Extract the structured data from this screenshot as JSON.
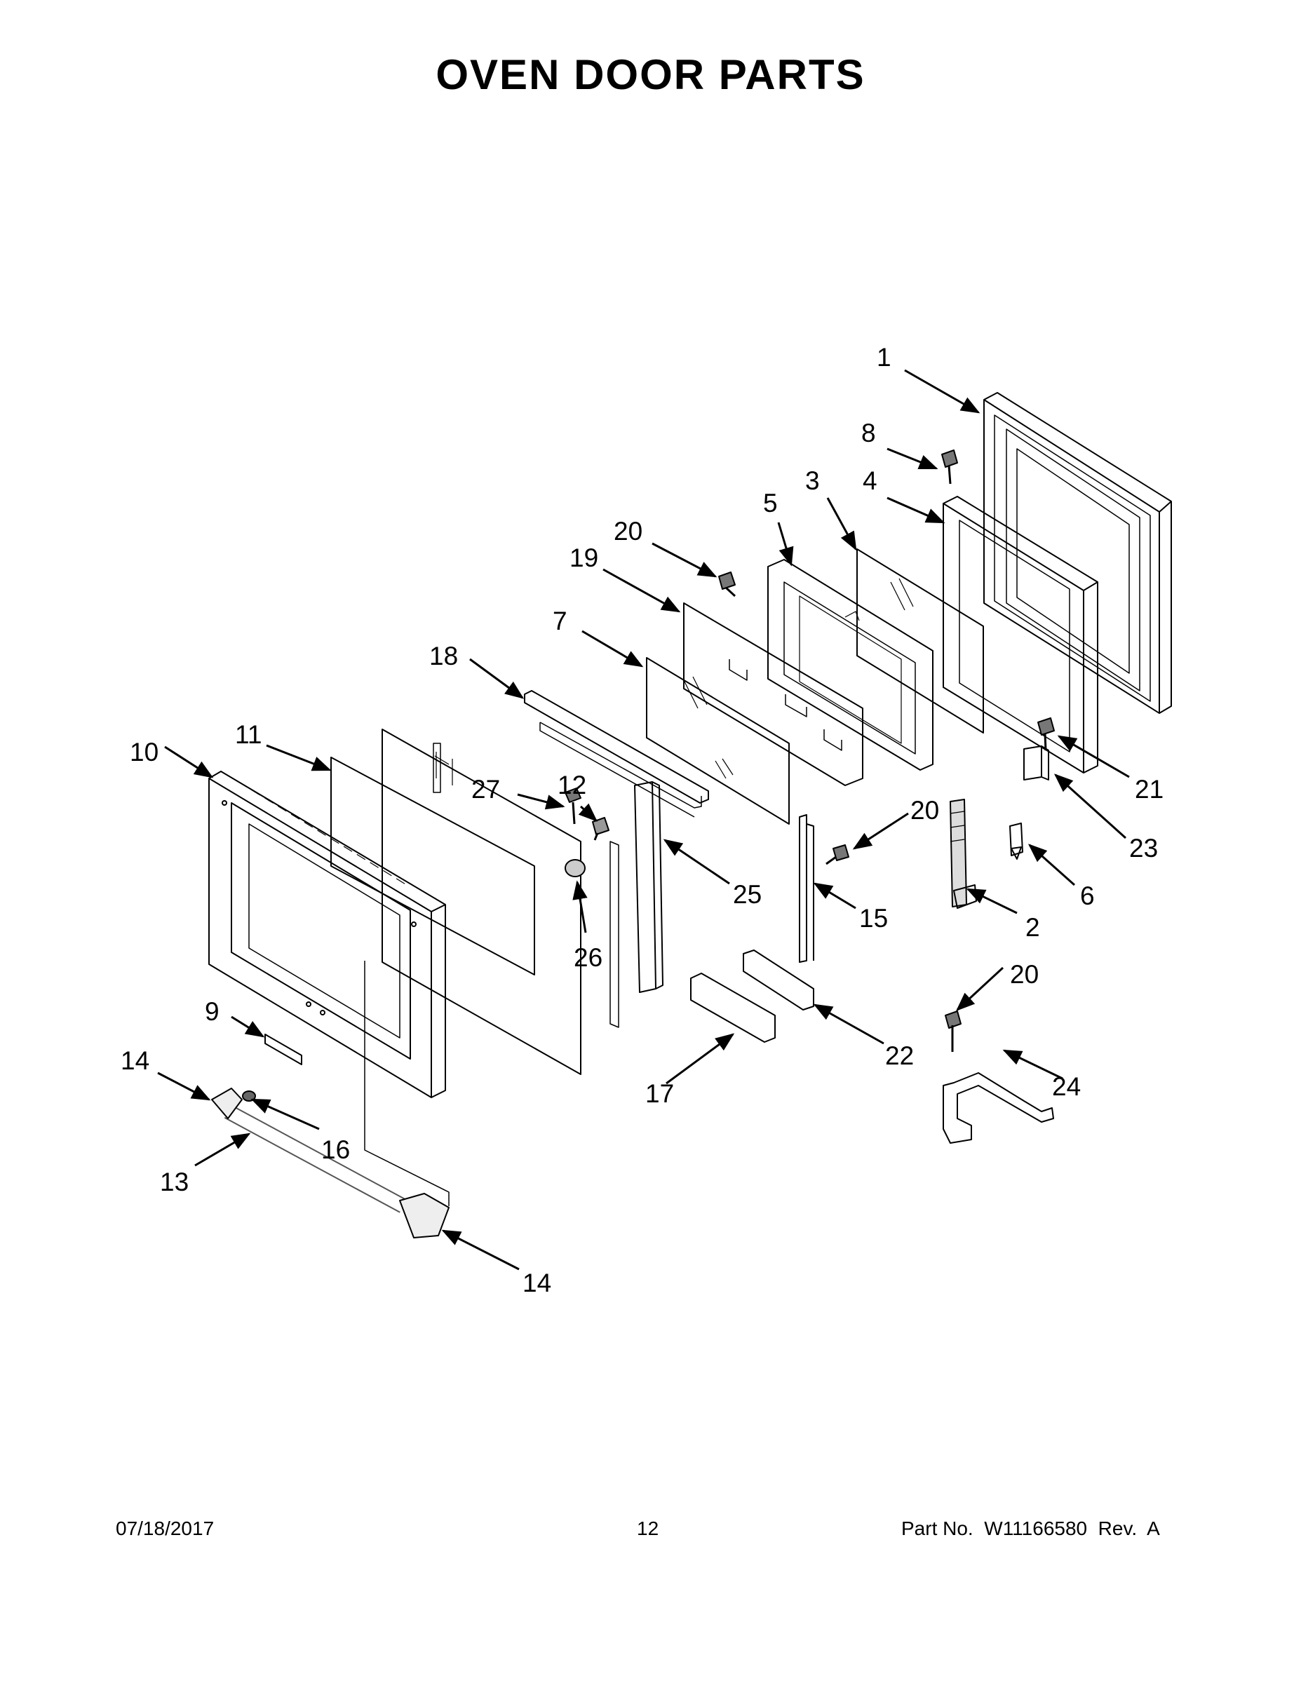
{
  "title": "OVEN DOOR PARTS",
  "footer": {
    "date": "07/18/2017",
    "page": "12",
    "part_no": "Part No.  W11166580  Rev.  A"
  },
  "callouts": [
    {
      "id": "c1",
      "label": "1"
    },
    {
      "id": "c8",
      "label": "8"
    },
    {
      "id": "c3",
      "label": "3"
    },
    {
      "id": "c4",
      "label": "4"
    },
    {
      "id": "c5",
      "label": "5"
    },
    {
      "id": "c20a",
      "label": "20"
    },
    {
      "id": "c19",
      "label": "19"
    },
    {
      "id": "c7",
      "label": "7"
    },
    {
      "id": "c18",
      "label": "18"
    },
    {
      "id": "c10",
      "label": "10"
    },
    {
      "id": "c11",
      "label": "11"
    },
    {
      "id": "c27",
      "label": "27"
    },
    {
      "id": "c12",
      "label": "12"
    },
    {
      "id": "c21",
      "label": "21"
    },
    {
      "id": "c20b",
      "label": "20"
    },
    {
      "id": "c23",
      "label": "23"
    },
    {
      "id": "c6",
      "label": "6"
    },
    {
      "id": "c25",
      "label": "25"
    },
    {
      "id": "c15",
      "label": "15"
    },
    {
      "id": "c2",
      "label": "2"
    },
    {
      "id": "c26",
      "label": "26"
    },
    {
      "id": "c20c",
      "label": "20"
    },
    {
      "id": "c9",
      "label": "9"
    },
    {
      "id": "c22",
      "label": "22"
    },
    {
      "id": "c24",
      "label": "24"
    },
    {
      "id": "c14a",
      "label": "14"
    },
    {
      "id": "c17",
      "label": "17"
    },
    {
      "id": "c16",
      "label": "16"
    },
    {
      "id": "c13",
      "label": "13"
    },
    {
      "id": "c14b",
      "label": "14"
    }
  ]
}
